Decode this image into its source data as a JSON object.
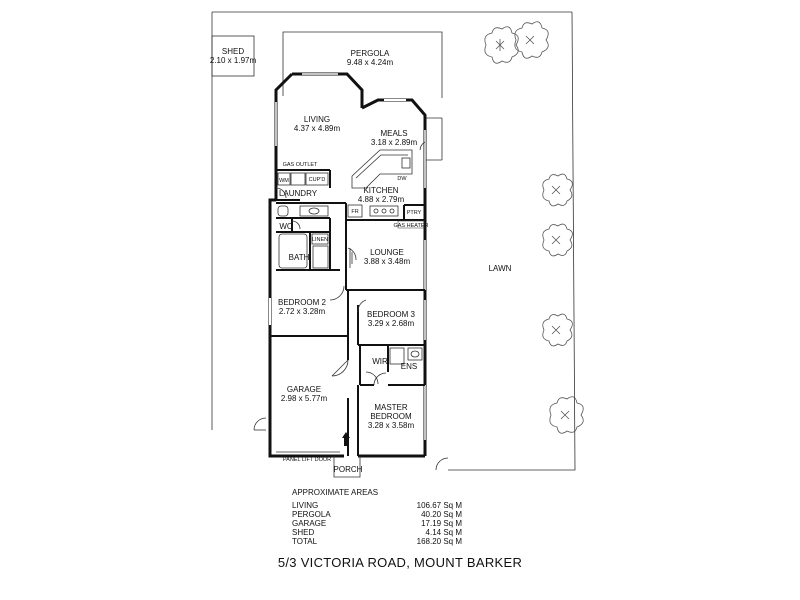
{
  "rooms": {
    "shed": {
      "name": "SHED",
      "dims": "2.10 x 1.97m"
    },
    "pergola": {
      "name": "PERGOLA",
      "dims": "9.48 x 4.24m"
    },
    "living": {
      "name": "LIVING",
      "dims": "4.37 x 4.89m"
    },
    "meals": {
      "name": "MEALS",
      "dims": "3.18 x 2.89m"
    },
    "kitchen": {
      "name": "KITCHEN",
      "dims": "4.88 x 2.79m"
    },
    "lounge": {
      "name": "LOUNGE",
      "dims": "3.88 x 3.48m"
    },
    "bedroom2": {
      "name": "BEDROOM 2",
      "dims": "2.72 x 3.28m"
    },
    "bedroom3": {
      "name": "BEDROOM 3",
      "dims": "3.29 x 2.68m"
    },
    "garage": {
      "name": "GARAGE",
      "dims": "2.98 x 5.77m"
    },
    "master": {
      "name1": "MASTER",
      "name2": "BEDROOM",
      "dims": "3.28 x 3.58m"
    }
  },
  "small_labels": {
    "gas_outlet": "GAS OUTLET",
    "wm": "WM",
    "cupd": "CUP'D",
    "laundry": "LAUNDRY",
    "dw": "DW",
    "fr": "FR",
    "pty": "PTRY",
    "gas_heater": "GAS HEATER",
    "wc": "WC",
    "linen": "LINEN",
    "bath": "BATH",
    "wir": "WIR",
    "ens": "ENS",
    "panel_lift_door": "PANEL LIFT DOOR",
    "porch": "PORCH",
    "lawn": "LAWN"
  },
  "areas": {
    "title": "APPROXIMATE AREAS",
    "rows": [
      {
        "name": "LIVING",
        "value": "106.67 Sq M"
      },
      {
        "name": "PERGOLA",
        "value": "40.20 Sq M"
      },
      {
        "name": "GARAGE",
        "value": "17.19 Sq M"
      },
      {
        "name": "SHED",
        "value": "4.14 Sq M"
      },
      {
        "name": "TOTAL",
        "value": "168.20 Sq M"
      }
    ]
  },
  "address": "5/3 VICTORIA ROAD, MOUNT BARKER"
}
